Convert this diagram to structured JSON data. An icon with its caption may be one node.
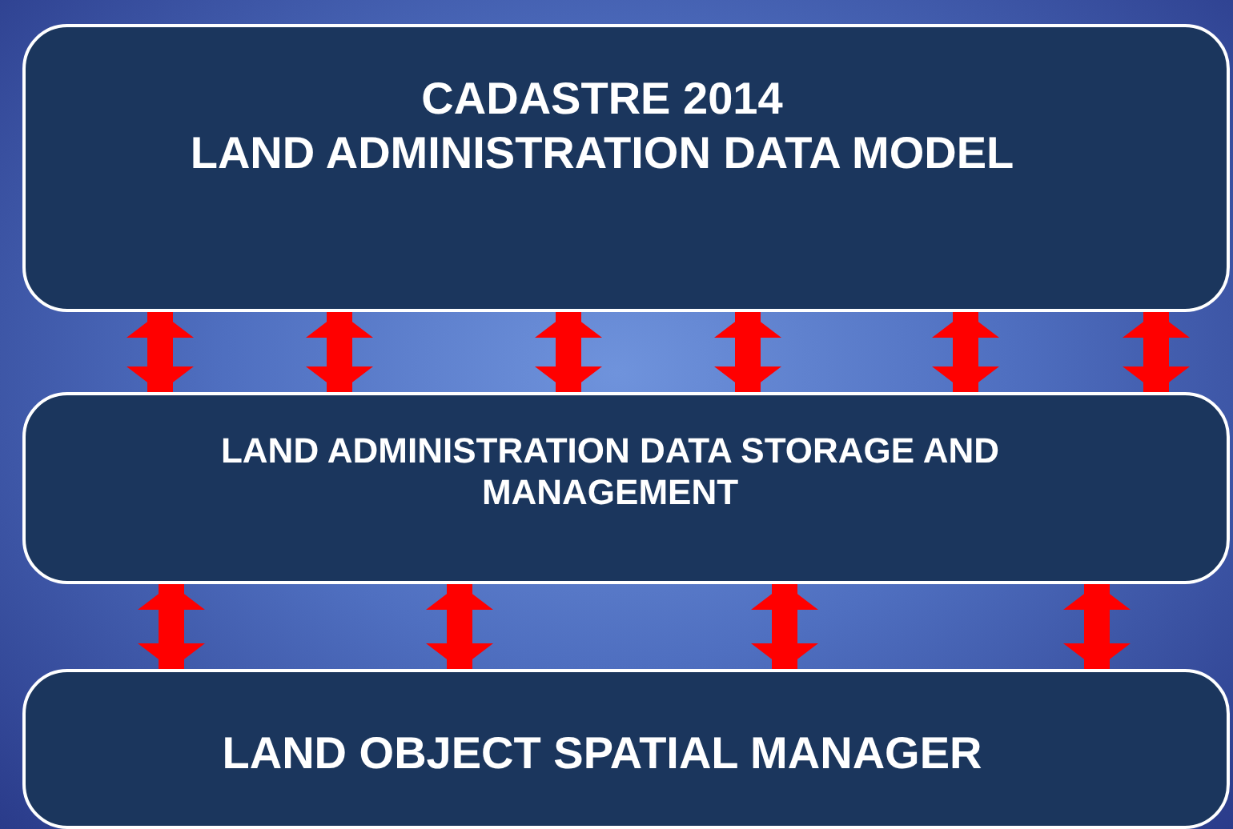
{
  "diagram": {
    "nodes": [
      {
        "text": [
          "CADASTRE 2014",
          "LAND ADMINISTRATION DATA MODEL"
        ]
      },
      {
        "text": [
          "LAND ADMINISTRATION DATA STORAGE AND MANAGEMENT"
        ]
      },
      {
        "text": [
          "LAND OBJECT SPATIAL MANAGER"
        ]
      }
    ],
    "edges": [
      {
        "from": 0,
        "to": 1,
        "arrow": "both"
      },
      {
        "from": 0,
        "to": 1,
        "arrow": "both"
      },
      {
        "from": 0,
        "to": 1,
        "arrow": "both"
      },
      {
        "from": 0,
        "to": 1,
        "arrow": "both"
      },
      {
        "from": 0,
        "to": 1,
        "arrow": "both"
      },
      {
        "from": 0,
        "to": 1,
        "arrow": "both"
      },
      {
        "from": 1,
        "to": 2,
        "arrow": "both"
      },
      {
        "from": 1,
        "to": 2,
        "arrow": "both"
      },
      {
        "from": 1,
        "to": 2,
        "arrow": "both"
      },
      {
        "from": 1,
        "to": 2,
        "arrow": "both"
      }
    ]
  }
}
